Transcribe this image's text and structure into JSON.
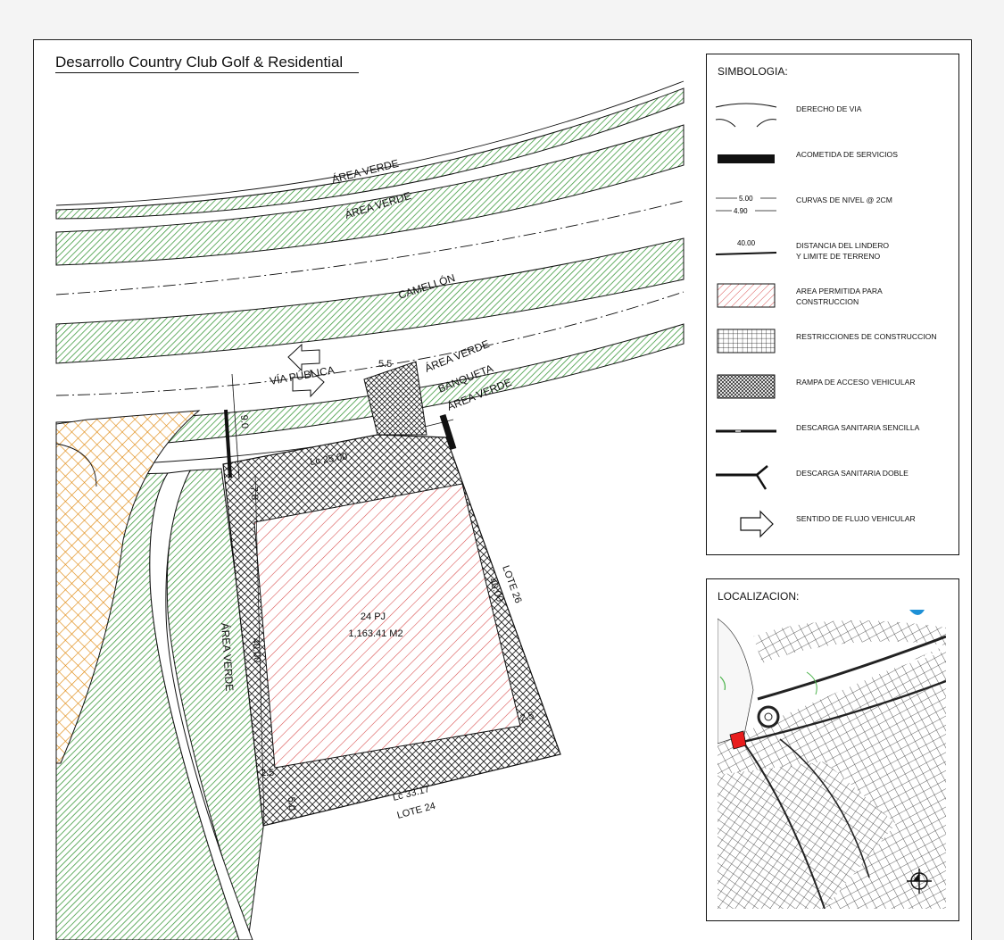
{
  "title": "Desarrollo Country Club Golf & Residential",
  "colors": {
    "green_hatch": "#3f9a3f",
    "build_hatch": "#d84848",
    "orange_hatch": "#e08a10",
    "line": "#111111",
    "location_lot": "#e81c1c",
    "water": "#1e90d6"
  },
  "plan": {
    "labels": {
      "area_verde_1": "ÁREA VERDE",
      "area_verde_2": "ÁREA VERDE",
      "camellon": "CAMELLÓN",
      "via_publica": "VÍA PÚBLICA",
      "area_verde_3": "ÁREA VERDE",
      "banqueta": "BANQUETA",
      "area_verde_4": "ÁREA VERDE",
      "area_verde_side": "ÁREA VERDE",
      "lot_id": "24 PJ",
      "lot_area": "1,163.41 M2",
      "lote_26": "LOTE 26",
      "lote_24": "LOTE 24"
    },
    "dimensions": {
      "ramp_width": "5.5",
      "front_setback": "9.0",
      "front_arc": "Lc 25.00",
      "front_restriction": "7.0",
      "right_side": "40.00",
      "left_side": "40.00",
      "right_restriction": "2.5",
      "left_restriction": "2.5",
      "rear_arc": "Lc 33.17",
      "rear_restriction": "5.0"
    }
  },
  "legend": {
    "title": "SIMBOLOGIA:",
    "items": [
      {
        "icon": "road-curves-icon",
        "label": "DERECHO DE VIA"
      },
      {
        "icon": "service-connection-icon",
        "label": "ACOMETIDA DE SERVICIOS"
      },
      {
        "icon": "contour-lines-icon",
        "label": "CURVAS DE NIVEL @ 2CM",
        "sym_top": "5.00",
        "sym_bottom": "4.90"
      },
      {
        "icon": "boundary-line-icon",
        "label": "DISTANCIA DEL LINDERO\nY LIMITE DE TERRENO",
        "sym_value": "40.00"
      },
      {
        "icon": "build-area-hatch-icon",
        "label": "AREA PERMITIDA PARA\nCONSTRUCCION"
      },
      {
        "icon": "grid-hatch-icon",
        "label": "RESTRICCIONES DE CONSTRUCCION"
      },
      {
        "icon": "crosshatch-icon",
        "label": "RAMPA DE ACCESO VEHICULAR"
      },
      {
        "icon": "single-drain-icon",
        "label": "DESCARGA SANITARIA SENCILLA"
      },
      {
        "icon": "double-drain-icon",
        "label": "DESCARGA SANITARIA DOBLE"
      },
      {
        "icon": "flow-arrow-icon",
        "label": "SENTIDO DE FLUJO VEHICULAR"
      }
    ]
  },
  "location": {
    "title": "LOCALIZACION:"
  }
}
